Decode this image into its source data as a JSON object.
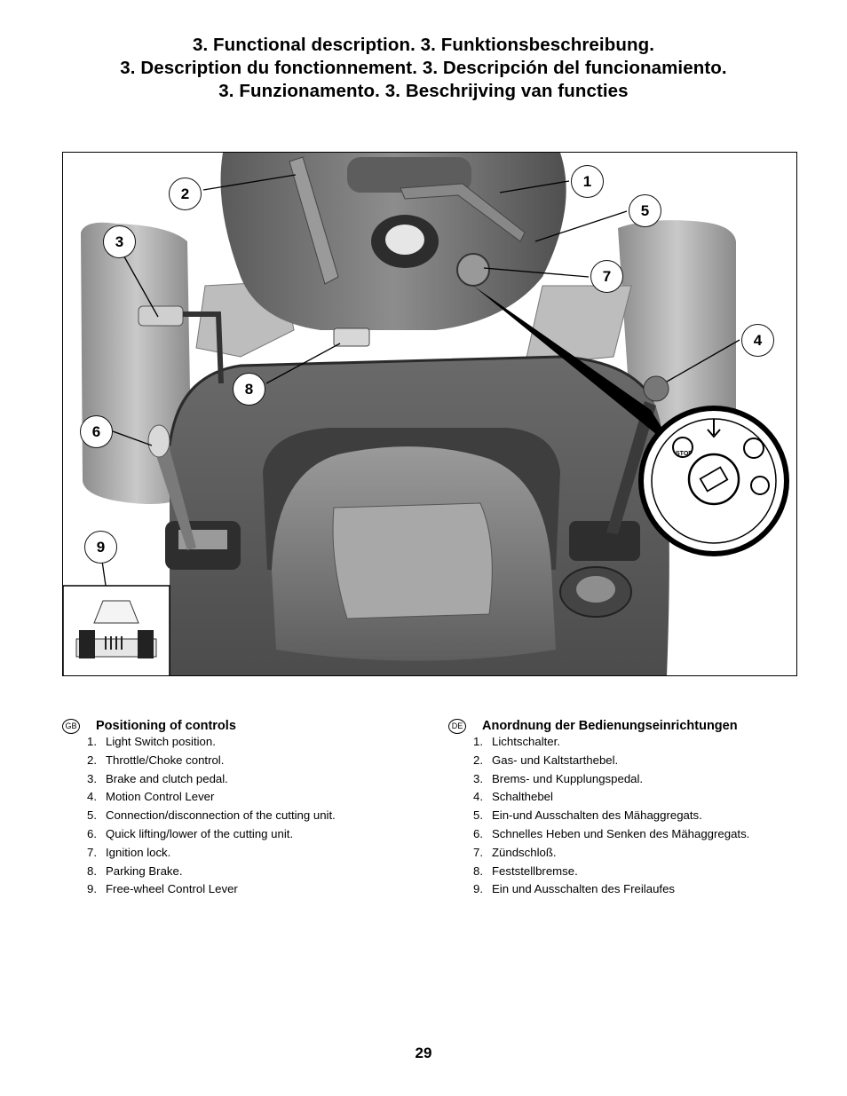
{
  "titles": [
    "3. Functional description.  3. Funktionsbeschreibung.",
    "3. Description du fonctionnement.  3. Descripción del funcionamiento.",
    "3. Funzionamento.  3. Beschrijving van functies"
  ],
  "callouts": [
    "1",
    "2",
    "3",
    "4",
    "5",
    "6",
    "7",
    "8",
    "9"
  ],
  "ignition_labels": {
    "stop": "STOP"
  },
  "sections": {
    "gb": {
      "badge": "GB",
      "title": "Positioning of controls",
      "items": [
        {
          "num": "1.",
          "text": "Light Switch position."
        },
        {
          "num": "2.",
          "text": "Throttle/Choke control."
        },
        {
          "num": "3.",
          "text": "Brake and clutch pedal."
        },
        {
          "num": "4.",
          "text": "Motion Control Lever"
        },
        {
          "num": "5.",
          "text": "Connection/disconnection of the cutting unit."
        },
        {
          "num": "6.",
          "text": "Quick lifting/lower of the cutting unit."
        },
        {
          "num": "7.",
          "text": "Ignition lock."
        },
        {
          "num": "8.",
          "text": "Parking Brake."
        },
        {
          "num": "9.",
          "text": "Free-wheel Control Lever"
        }
      ]
    },
    "de": {
      "badge": "DE",
      "title": "Anordnung der Bedienungseinrichtungen",
      "items": [
        {
          "num": "1.",
          "text": "Lichtschalter."
        },
        {
          "num": "2.",
          "text": "Gas- und Kaltstarthebel."
        },
        {
          "num": "3.",
          "text": "Brems- und Kupplungspedal."
        },
        {
          "num": "4.",
          "text": "Schalthebel"
        },
        {
          "num": "5.",
          "text": "Ein-und Ausschalten des Mähaggregats."
        },
        {
          "num": "6.",
          "text": "Schnelles Heben und Senken des Mähaggregats."
        },
        {
          "num": "7.",
          "text": "Zündschloß."
        },
        {
          "num": "8.",
          "text": "Feststellbremse."
        },
        {
          "num": "9.",
          "text": "Ein und Ausschalten des Freilaufes"
        }
      ]
    }
  },
  "page_number": "29"
}
